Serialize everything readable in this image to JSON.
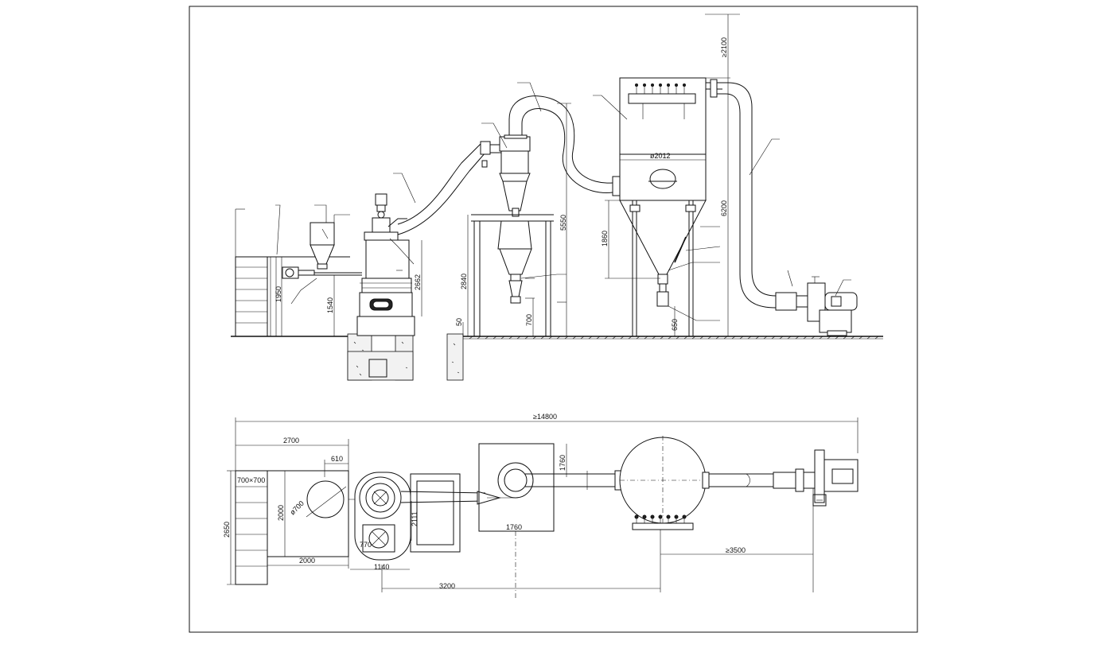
{
  "elevation": {
    "dim_top_clearance": "≥2100",
    "dim_collector_height": "6200",
    "dim_collector_diameter": "ø2012",
    "dim_cyclone_height": "5550",
    "dim_cone_height": "1860",
    "dim_cyclone_support": "2840",
    "dim_cyclone_outlet": "700",
    "dim_collector_outlet": "650",
    "dim_mill_height": "2662",
    "dim_feeder_height": "1540",
    "dim_hopper_height": "1950",
    "dim_pit_depth": "50"
  },
  "plan": {
    "dim_total_length": "≥14800",
    "dim_left_width": "2700",
    "dim_pit_small": "610",
    "dim_pit_size": "700×700",
    "dim_mill_dia": "ø700",
    "dim_width_2000": "2000",
    "dim_depth_2000": "2000",
    "dim_overall_height": "2650",
    "dim_mill_width": "2111",
    "dim_motor": "770",
    "dim_base": "1140",
    "dim_spacing": "3200",
    "dim_cyclone_h": "1760",
    "dim_cyclone_w": "1760",
    "dim_fan_distance": "≥3500"
  }
}
